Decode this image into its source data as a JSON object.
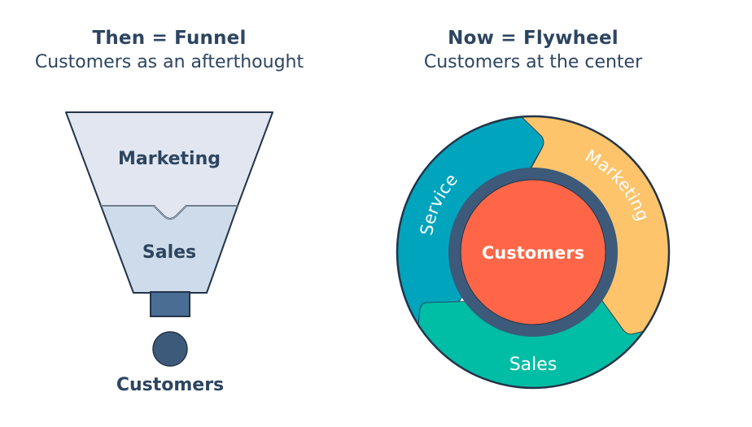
{
  "funnel": {
    "title": "Then = Funnel",
    "subtitle": "Customers as an afterthought",
    "stages": [
      {
        "label": "Marketing",
        "color": "#e1e6f0"
      },
      {
        "label": "Sales",
        "color": "#cddbea"
      }
    ],
    "spout_color": "#4a6d94",
    "customer_dot_color": "#3d5a7a",
    "customers_label": "Customers"
  },
  "flywheel": {
    "title": "Now = Flywheel",
    "subtitle": "Customers at the center",
    "segments": [
      {
        "label": "Service",
        "color": "#00a4bd"
      },
      {
        "label": "Marketing",
        "color": "#fec46b"
      },
      {
        "label": "Sales",
        "color": "#00bda5"
      }
    ],
    "hub_label": "Customers",
    "hub_color": "#ff6647",
    "hub_ring_color": "#3d5a7a",
    "outline_color": "#233449"
  }
}
